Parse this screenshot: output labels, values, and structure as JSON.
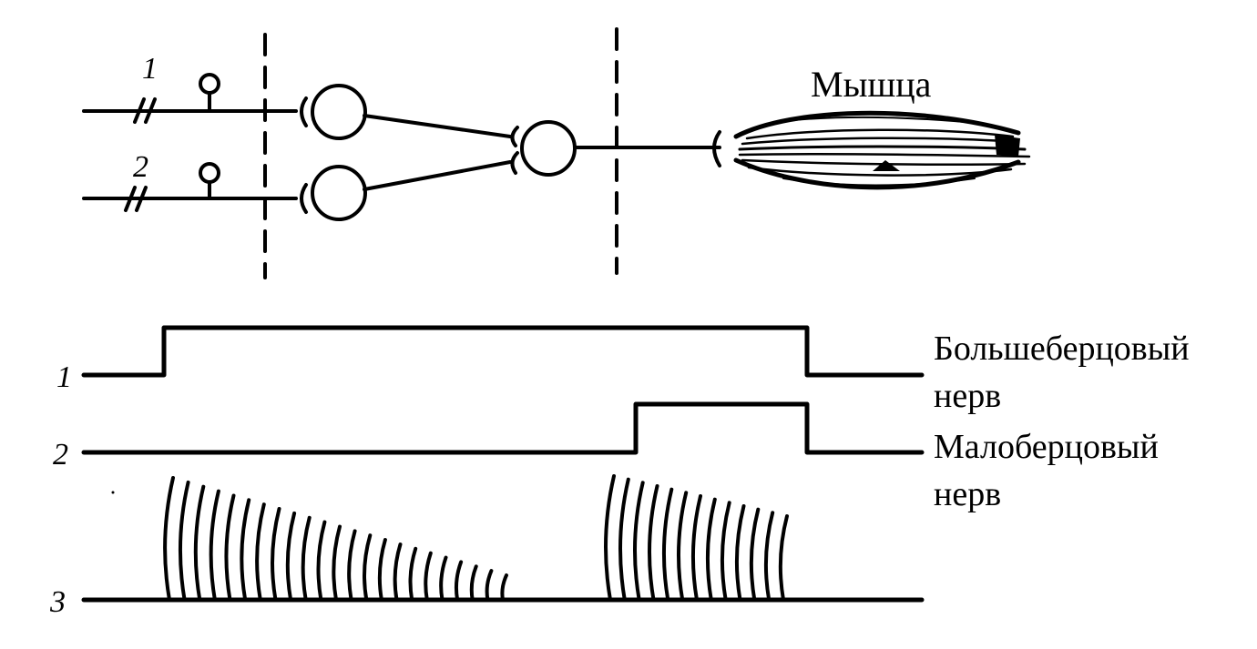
{
  "diagram": {
    "muscle_label": "Мышца",
    "pathway_numbers": [
      "1",
      "2"
    ]
  },
  "traces": {
    "trace1": {
      "number": "1",
      "label_line1": "Большеберцовый",
      "label_line2": "нерв"
    },
    "trace2": {
      "number": "2",
      "label_line1": "Малоберцовый",
      "label_line2": "нерв"
    },
    "trace3": {
      "number": "3"
    }
  },
  "colors": {
    "ink": "#000000",
    "background": "#ffffff"
  }
}
